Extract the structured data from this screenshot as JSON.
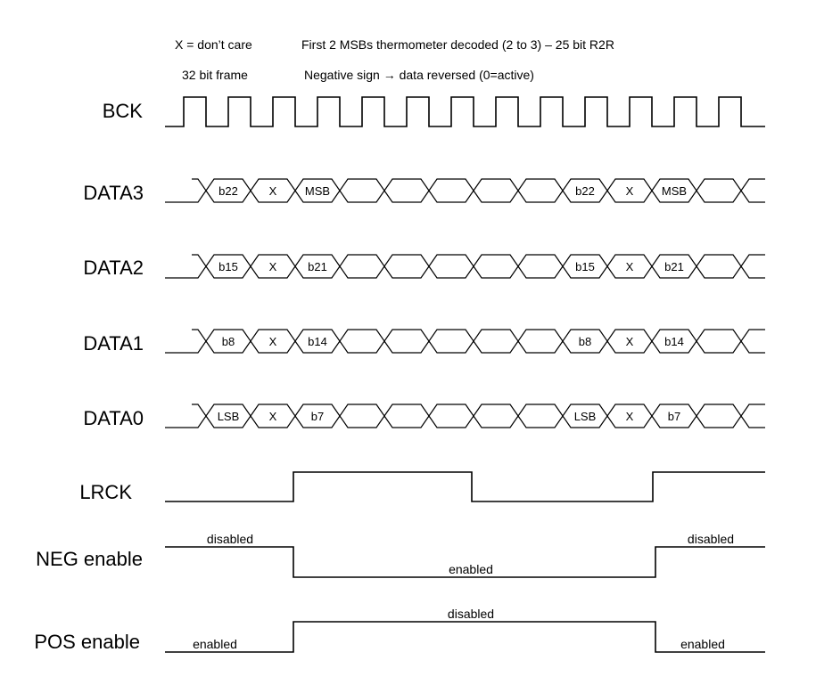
{
  "notes": {
    "dont_care": "X = don’t care",
    "frame": "32 bit frame",
    "decoding": "First 2 MSBs thermometer decoded (2 to 3) – 25 bit R2R",
    "negative_sign": "Negative sign → data reversed (0=active)"
  },
  "signals": {
    "bck": {
      "label": "BCK",
      "pulses": 13
    },
    "data3": {
      "label": "DATA3",
      "cells": [
        "b22",
        "X",
        "MSB",
        "",
        "",
        "",
        "",
        "",
        "b22",
        "X",
        "MSB",
        "",
        ""
      ]
    },
    "data2": {
      "label": "DATA2",
      "cells": [
        "b15",
        "X",
        "b21",
        "",
        "",
        "",
        "",
        "",
        "b15",
        "X",
        "b21",
        "",
        ""
      ]
    },
    "data1": {
      "label": "DATA1",
      "cells": [
        "b8",
        "X",
        "b14",
        "",
        "",
        "",
        "",
        "",
        "b8",
        "X",
        "b14",
        "",
        ""
      ]
    },
    "data0": {
      "label": "DATA0",
      "cells": [
        "LSB",
        "X",
        "b7",
        "",
        "",
        "",
        "",
        "",
        "LSB",
        "X",
        "b7",
        "",
        ""
      ]
    },
    "lrck": {
      "label": "LRCK",
      "levels": [
        0,
        1,
        0,
        1
      ]
    },
    "neg_enable": {
      "label": "NEG enable",
      "levels": [
        1,
        0,
        1
      ],
      "states": [
        "disabled",
        "enabled",
        "disabled"
      ]
    },
    "pos_enable": {
      "label": "POS enable",
      "levels": [
        0,
        1,
        0
      ],
      "states": [
        "enabled",
        "disabled",
        "enabled"
      ]
    }
  }
}
